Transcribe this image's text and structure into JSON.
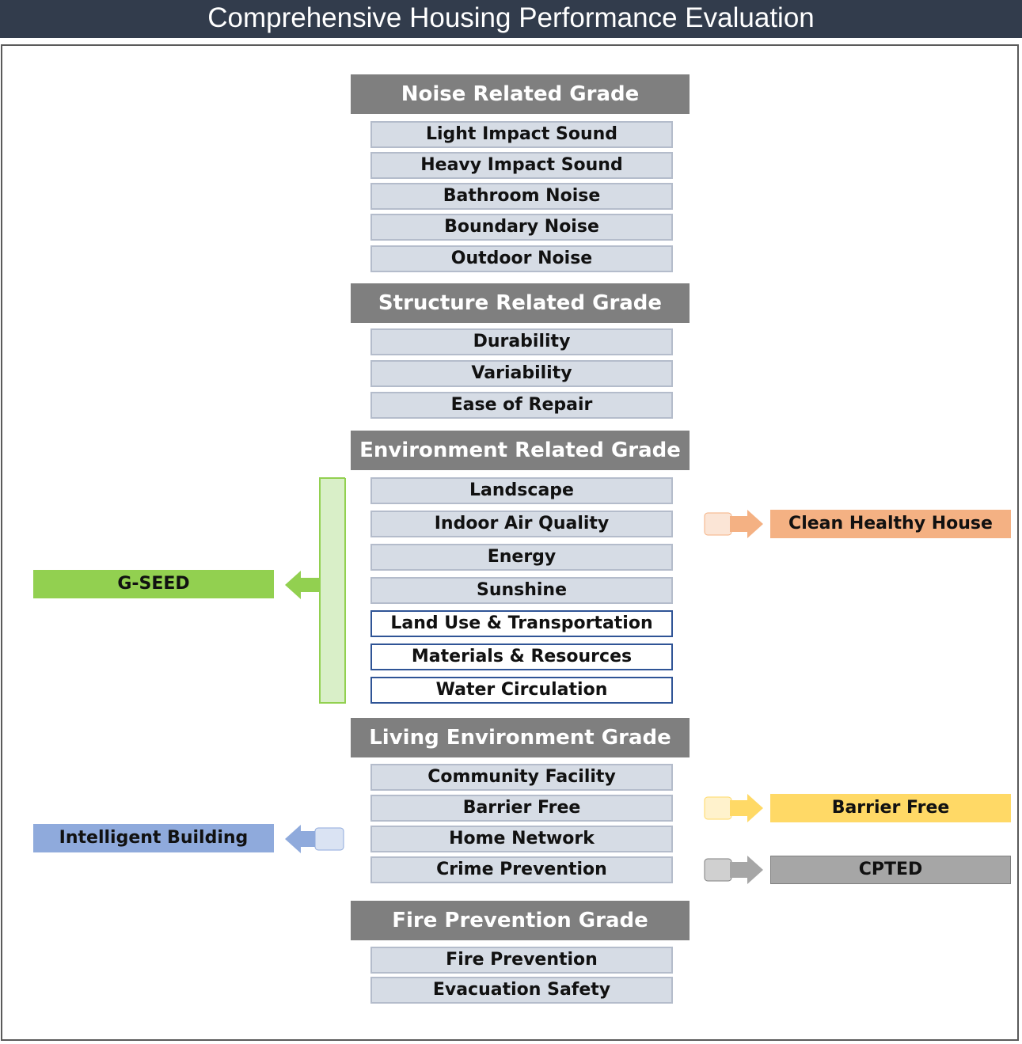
{
  "title": "Comprehensive Housing Performance Evaluation",
  "grades": [
    {
      "label": "Noise Related Grade",
      "items": [
        "Light Impact Sound",
        "Heavy Impact Sound",
        "Bathroom Noise",
        "Boundary Noise",
        "Outdoor Noise"
      ]
    },
    {
      "label": "Structure Related Grade",
      "items": [
        "Durability",
        "Variability",
        "Ease of Repair"
      ]
    },
    {
      "label": "Environment Related Grade",
      "items": [
        "Landscape",
        "Indoor Air Quality",
        "Energy",
        "Sunshine",
        "Land Use & Transportation",
        "Materials & Resources",
        "Water Circulation"
      ]
    },
    {
      "label": "Living Environment Grade",
      "items": [
        "Community Facility",
        "Barrier Free",
        "Home Network",
        "Crime Prevention"
      ]
    },
    {
      "label": "Fire Prevention Grade",
      "items": [
        "Fire Prevention",
        "Evacuation Safety"
      ]
    }
  ],
  "certifications": {
    "gseed": {
      "label": "G-SEED",
      "color": "#92d050"
    },
    "intelligent": {
      "label": "Intelligent Building",
      "color": "#8faadc"
    },
    "clean": {
      "label": "Clean Healthy House",
      "color": "#f4b183"
    },
    "barrier": {
      "label": "Barrier Free",
      "color": "#ffd966"
    },
    "cpted": {
      "label": "CPTED",
      "color": "#a6a6a6"
    }
  }
}
